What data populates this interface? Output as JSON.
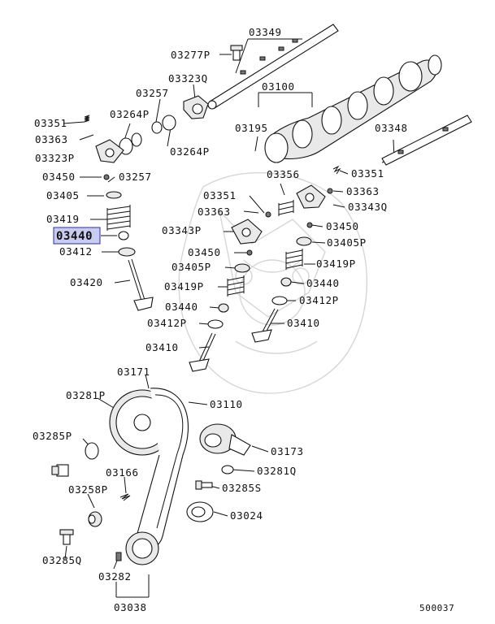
{
  "highlight": {
    "color": "#c9ccf0",
    "part": "03440"
  },
  "labels": {
    "p03349": "03349",
    "p03277p": "03277P",
    "p03323q": "03323Q",
    "p03257a": "03257",
    "p03100": "03100",
    "p03351a": "03351",
    "p03264pa": "03264P",
    "p03195": "03195",
    "p03348": "03348",
    "p03363a": "03363",
    "p03264pb": "03264P",
    "p03323p": "03323P",
    "p03450a": "03450",
    "p03257b": "03257",
    "p03356": "03356",
    "p03351b": "03351",
    "p03405a": "03405",
    "p03351c": "03351",
    "p03363b": "03363",
    "p03363c": "03363",
    "p03343q": "03343Q",
    "p03419a": "03419",
    "p03343p": "03343P",
    "p03450b": "03450",
    "p03440a": "03440",
    "p03405pa": "03405P",
    "p03412a": "03412",
    "p03450c": "03450",
    "p03419pa": "03419P",
    "p03405pb": "03405P",
    "p03420": "03420",
    "p03419pb": "03419P",
    "p03440b": "03440",
    "p03440c": "03440",
    "p03412pa": "03412P",
    "p03412pb": "03412P",
    "p03410a": "03410",
    "p03410b": "03410",
    "p03171": "03171",
    "p03281p": "03281P",
    "p03110": "03110",
    "p03285p": "03285P",
    "p03173": "03173",
    "p03166": "03166",
    "p03281q": "03281Q",
    "p03258p": "03258P",
    "p03285s": "03285S",
    "p03024": "03024",
    "p03285q": "03285Q",
    "p03282": "03282",
    "p03038": "03038",
    "code": "500037"
  }
}
